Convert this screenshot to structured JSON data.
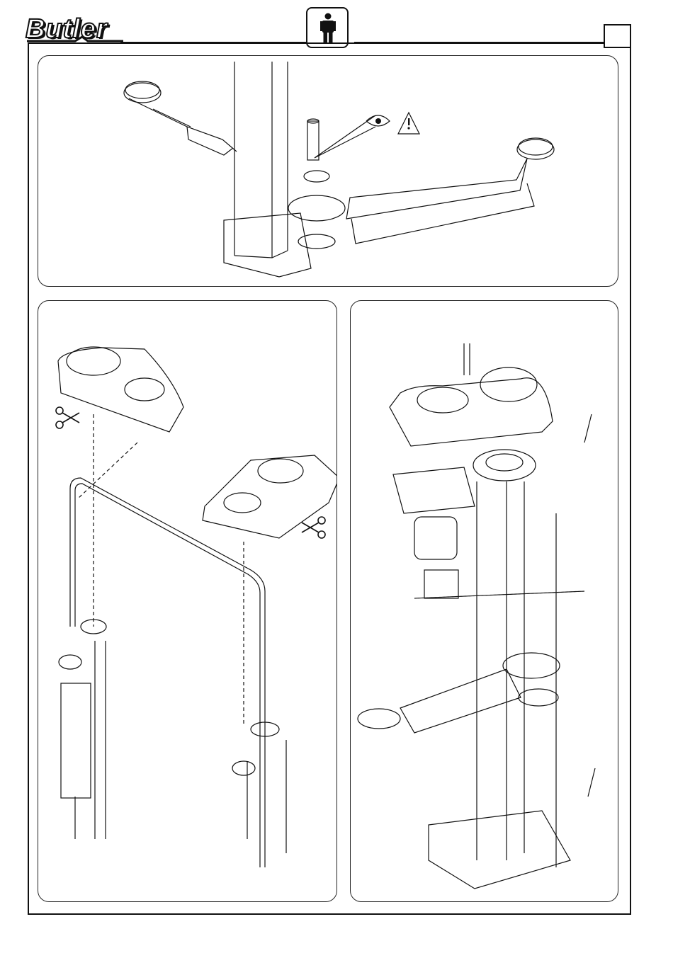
{
  "header": {
    "brand": "Butler",
    "operator_icon": "person-icon",
    "page_box": ""
  },
  "panels": [
    {
      "id": "top",
      "icon": "lift-arm-assembly-illustration",
      "warning_icon": "warning-triangle-icon",
      "eye_icon": "eye-icon"
    },
    {
      "id": "bottom-left",
      "icon": "cable-routing-illustration",
      "scissors_icon": "scissors-icon"
    },
    {
      "id": "bottom-right",
      "icon": "column-motor-illustration"
    }
  ],
  "colors": {
    "line": "#111111",
    "background": "#ffffff"
  }
}
